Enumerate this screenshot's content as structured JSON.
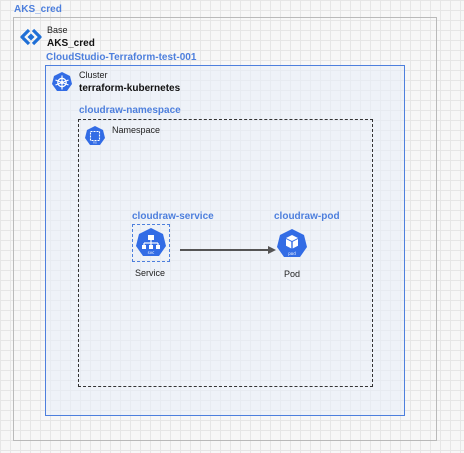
{
  "outer": {
    "label": "AKS_cred"
  },
  "base": {
    "kind": "Base",
    "name": "AKS_cred"
  },
  "cluster": {
    "label": "CloudStudio-Terraform-test-001",
    "kind": "Cluster",
    "name": "terraform-kubernetes"
  },
  "namespace": {
    "label": "cloudraw-namespace",
    "kind": "Namespace"
  },
  "service": {
    "label": "cloudraw-service",
    "kind": "Service",
    "icon_text": "svc"
  },
  "pod": {
    "label": "cloudraw-pod",
    "kind": "Pod",
    "icon_text": "pod"
  },
  "colors": {
    "accent": "#4d7fdd",
    "k8s_blue": "#326ce5",
    "edge": "#555555"
  }
}
